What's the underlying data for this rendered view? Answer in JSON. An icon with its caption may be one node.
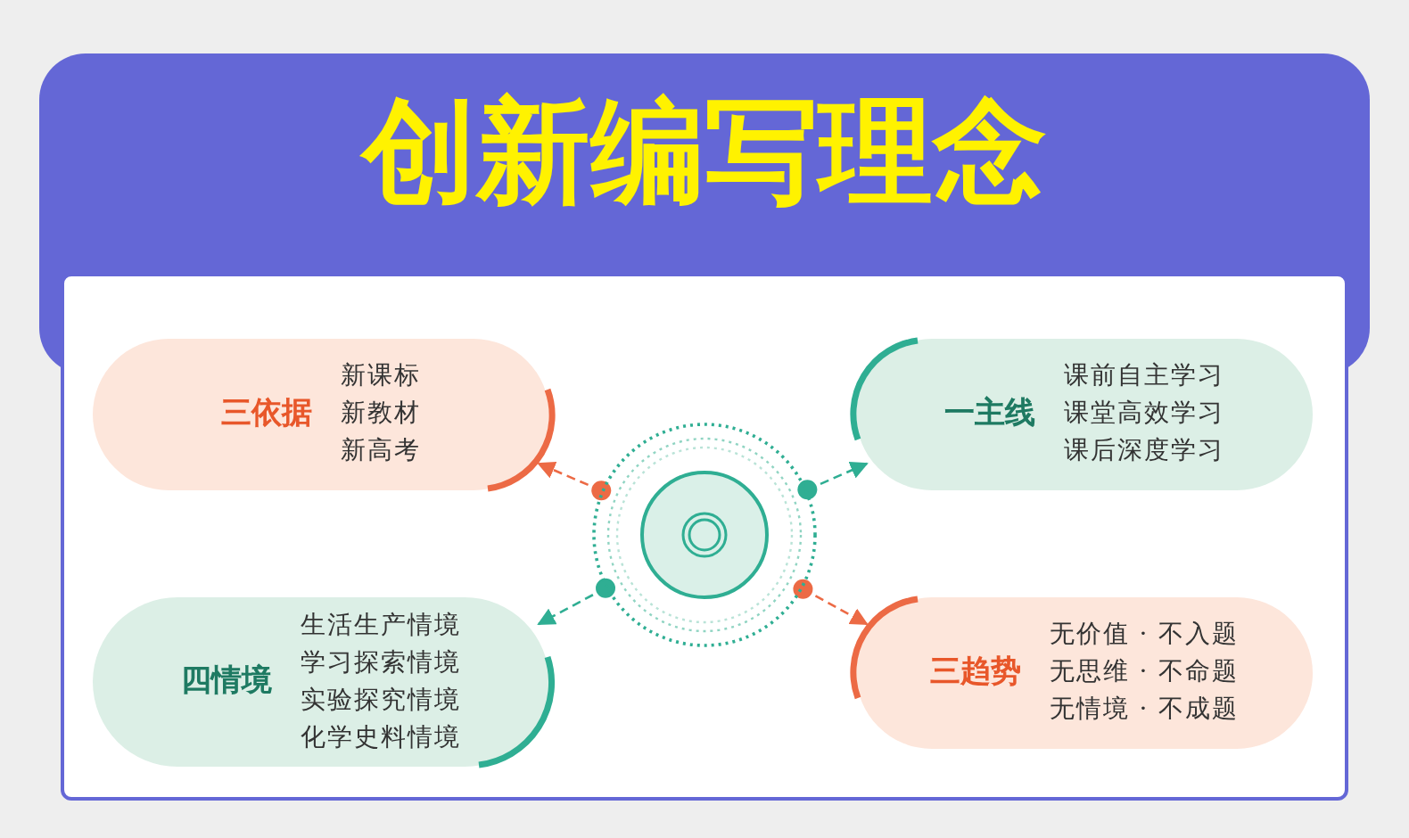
{
  "diagram": {
    "title": "创新编写理念",
    "nodes": [
      {
        "text": [],
        "shape": "circle"
      },
      {
        "text": [
          "三依据",
          "新课标",
          "新教材",
          "新高考"
        ]
      },
      {
        "text": [
          "一主线",
          "课前自主学习",
          "课堂高效学习",
          "课后深度学习"
        ]
      },
      {
        "text": [
          "四情境",
          "生活生产情境",
          "学习探索情境",
          "实验探究情境",
          "化学史料情境"
        ]
      },
      {
        "text": [
          "三趋势",
          "无价值 · 不入题",
          "无思维 · 不命题",
          "无情境 · 不成题"
        ]
      }
    ],
    "edges": [
      {
        "from": 0,
        "to": 1,
        "arrow": "to",
        "style": "dashed",
        "color": "#ec6a45"
      },
      {
        "from": 0,
        "to": 2,
        "arrow": "to",
        "style": "dashed",
        "color": "#2fae93"
      },
      {
        "from": 0,
        "to": 3,
        "arrow": "to",
        "style": "dashed",
        "color": "#2fae93"
      },
      {
        "from": 0,
        "to": 4,
        "arrow": "to",
        "style": "dashed",
        "color": "#ec6a45"
      }
    ]
  }
}
